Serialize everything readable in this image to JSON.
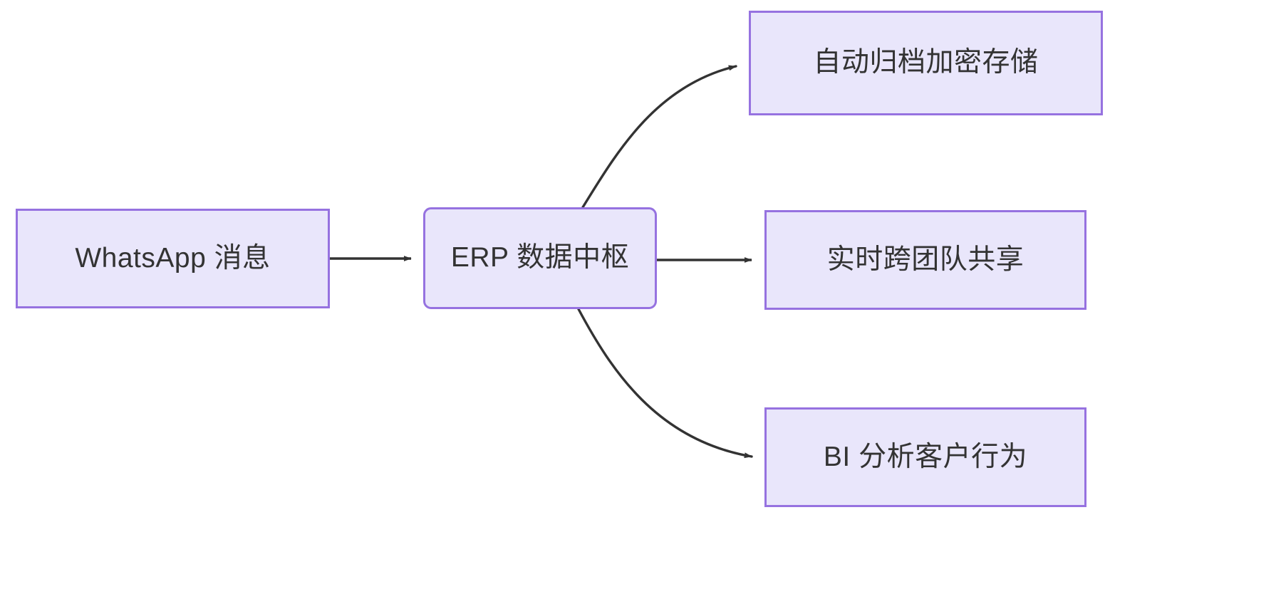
{
  "diagram": {
    "type": "flowchart",
    "direction": "left-to-right",
    "background_color": "#ffffff",
    "node_fill_color": "#e9e6fb",
    "node_border_color": "#9672e0",
    "node_text_color": "#333333",
    "edge_color": "#333333",
    "nodes": [
      {
        "id": "source",
        "label": "WhatsApp 消息",
        "shape": "rectangle"
      },
      {
        "id": "hub",
        "label": "ERP 数据中枢",
        "shape": "rounded-rectangle"
      },
      {
        "id": "archive",
        "label": "自动归档加密存储",
        "shape": "rectangle"
      },
      {
        "id": "share",
        "label": "实时跨团队共享",
        "shape": "rectangle"
      },
      {
        "id": "bi",
        "label": "BI 分析客户行为",
        "shape": "rectangle"
      }
    ],
    "edges": [
      {
        "id": "edge-source-hub",
        "from": "source",
        "to": "hub",
        "style": "straight",
        "label": ""
      },
      {
        "id": "edge-hub-archive",
        "from": "hub",
        "to": "archive",
        "style": "curved",
        "label": ""
      },
      {
        "id": "edge-hub-share",
        "from": "hub",
        "to": "share",
        "style": "straight",
        "label": ""
      },
      {
        "id": "edge-hub-bi",
        "from": "hub",
        "to": "bi",
        "style": "curved",
        "label": ""
      }
    ]
  }
}
